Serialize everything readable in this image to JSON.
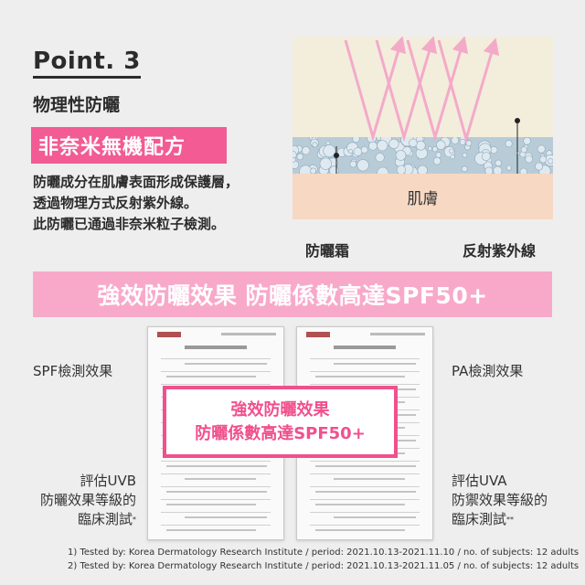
{
  "point_title": "Point. 3",
  "subtitle": "物理性防曬",
  "tag": "非奈米無機配方",
  "description": [
    "防曬成分在肌膚表面形成保護層，",
    "透過物理方式反射紫外線。",
    "此防曬已通過非奈米粒子檢測。"
  ],
  "diagram": {
    "skin_label": "肌膚",
    "film_label": "防曬霜",
    "uv_label": "反射紫外線"
  },
  "banner": "強效防曬效果 防曬係數高達SPF50+",
  "overlay": [
    "強效防曬效果",
    "防曬係數高達SPF50+"
  ],
  "left_top_label": "SPF檢測效果",
  "right_top_label": "PA檢測效果",
  "left_bottom_label": [
    "評估UVB",
    "防曬效果等級的",
    "臨床測試"
  ],
  "left_bottom_mark": "*",
  "right_bottom_label": [
    "評估UVA",
    "防禦效果等級的",
    "臨床測試"
  ],
  "right_bottom_mark": "**",
  "footnotes": [
    "1) Tested by: Korea Dermatology Research Institute / period: 2021.10.13-2021.11.10 / no. of subjects: 12 adults",
    "2) Tested by: Korea Dermatology Research Institute / period: 2021.10.13-2021.11.05 / no. of subjects: 12 adults"
  ],
  "colors": {
    "accent": "#f25b94",
    "banner": "#f8a9c9",
    "arrow": "#f4a3c8"
  }
}
